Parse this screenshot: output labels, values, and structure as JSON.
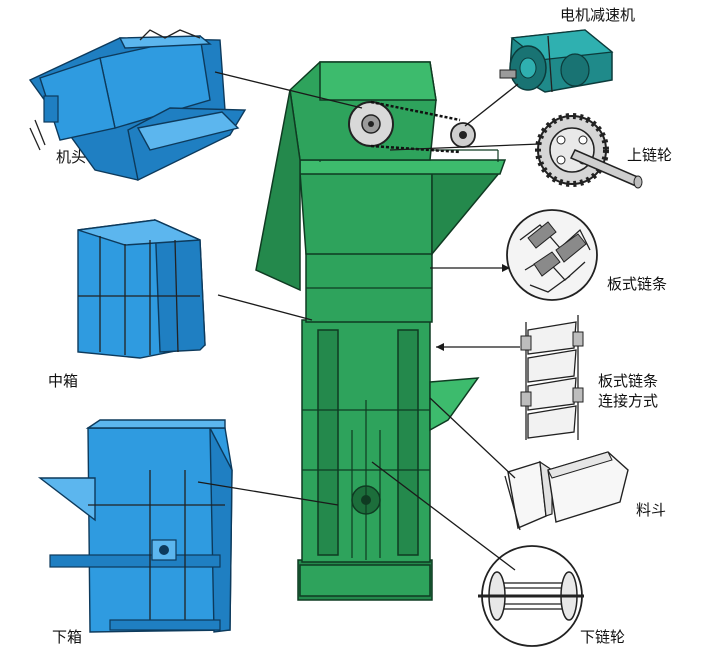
{
  "labels": {
    "motor_reducer": "电机减速机",
    "head": "机头",
    "upper_sprocket": "上链轮",
    "plate_chain": "板式链条",
    "middle_box": "中箱",
    "chain_connection_line1": "板式链条",
    "chain_connection_line2": "连接方式",
    "bucket": "料斗",
    "lower_box": "下箱",
    "lower_sprocket": "下链轮"
  },
  "colors": {
    "machine_green": "#2ea35c",
    "part_blue": "#2f9be0",
    "reducer_teal": "#1f8a8a",
    "line": "#1a1a1a"
  }
}
